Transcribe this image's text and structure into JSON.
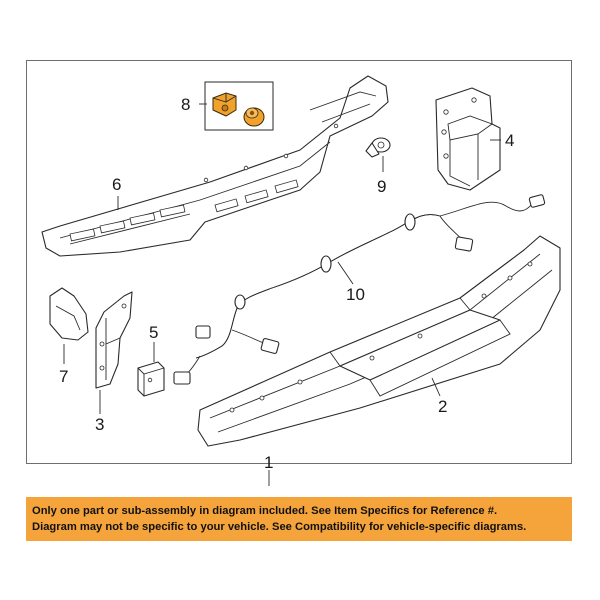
{
  "callouts": {
    "c1": "1",
    "c2": "2",
    "c3": "3",
    "c4": "4",
    "c5": "5",
    "c6": "6",
    "c7": "7",
    "c8": "8",
    "c9": "9",
    "c10": "10"
  },
  "banner": {
    "line1": "Only one part or sub-assembly in diagram included. See Item Specifics for Reference #.",
    "line2": "Diagram may not be specific to your vehicle. See Compatibility for vehicle-specific diagrams."
  },
  "colors": {
    "highlight": "#f0a22c",
    "banner_bg": "#f5a33b"
  }
}
